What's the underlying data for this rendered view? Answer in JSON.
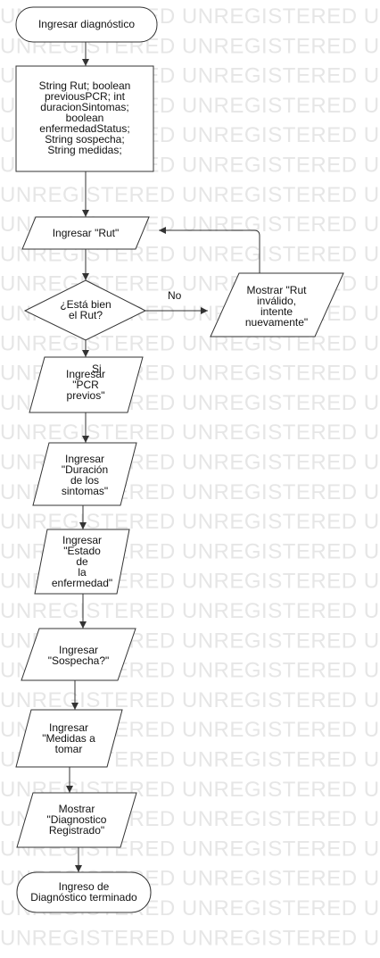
{
  "watermark": "UNREGISTERED UNREGISTERED UN",
  "colors": {
    "stroke": "#333333",
    "text": "#111111",
    "watermark": "#e6e6e6",
    "background": "#ffffff"
  },
  "nodes": {
    "start": {
      "type": "terminator",
      "lines": [
        "Ingresar diagnóstico"
      ]
    },
    "declare": {
      "type": "process",
      "lines": [
        "String Rut; boolean",
        "previousPCR; int",
        "duracionSintomas;",
        "boolean",
        "enfermedadStatus;",
        "String sospecha;",
        "String medidas;"
      ]
    },
    "input_rut": {
      "type": "io",
      "lines": [
        "Ingresar \"Rut\""
      ]
    },
    "check_rut": {
      "type": "decision",
      "lines": [
        "¿Está bien",
        "el Rut?"
      ]
    },
    "invalid_rut": {
      "type": "io",
      "lines": [
        "Mostrar \"Rut",
        "inválido,",
        "intente",
        "nuevamente\""
      ]
    },
    "input_pcr": {
      "type": "io",
      "lines": [
        "Ingresar",
        "\"PCR",
        "previos\""
      ]
    },
    "input_duracion": {
      "type": "io",
      "lines": [
        "Ingresar",
        "\"Duración",
        "de los",
        "sintomas\""
      ]
    },
    "input_estado": {
      "type": "io",
      "lines": [
        "Ingresar",
        "\"Estado",
        "de",
        "la",
        "enfermedad\""
      ]
    },
    "input_sospecha": {
      "type": "io",
      "lines": [
        "Ingresar",
        "\"Sospecha?\""
      ]
    },
    "input_medidas": {
      "type": "io",
      "lines": [
        "Ingresar",
        "\"Medidas a",
        "tomar"
      ]
    },
    "show_registered": {
      "type": "io",
      "lines": [
        "Mostrar",
        "\"Diagnostico",
        "Registrado\""
      ]
    },
    "end": {
      "type": "terminator",
      "lines": [
        "Ingreso de",
        "Diagnóstico terminado"
      ]
    }
  },
  "edge_labels": {
    "no": "No",
    "yes": "Si"
  }
}
